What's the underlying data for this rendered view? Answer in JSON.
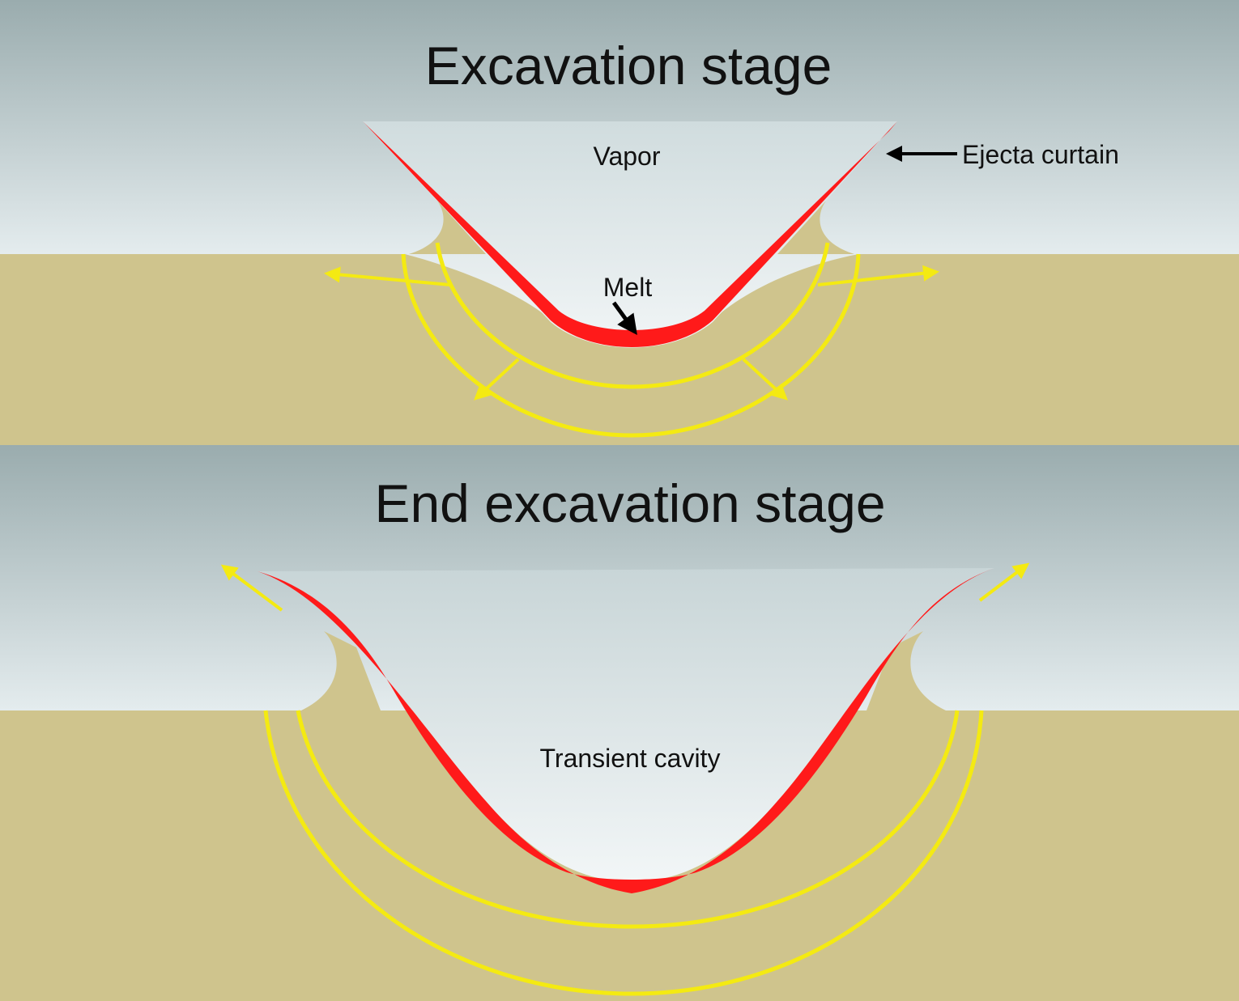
{
  "panels": [
    {
      "title": "Excavation stage",
      "labels": {
        "vapor": "Vapor",
        "ejecta_curtain": "Ejecta curtain",
        "melt": "Melt"
      }
    },
    {
      "title": "End excavation stage",
      "labels": {
        "transient_cavity": "Transient cavity"
      }
    }
  ],
  "colors": {
    "sky_top": "#9aacae",
    "sky_bottom": "#eef3f4",
    "ground": "#cfc48d",
    "melt": "#ff1a1a",
    "shock": "#f4ea12",
    "arrow": "#000000"
  }
}
